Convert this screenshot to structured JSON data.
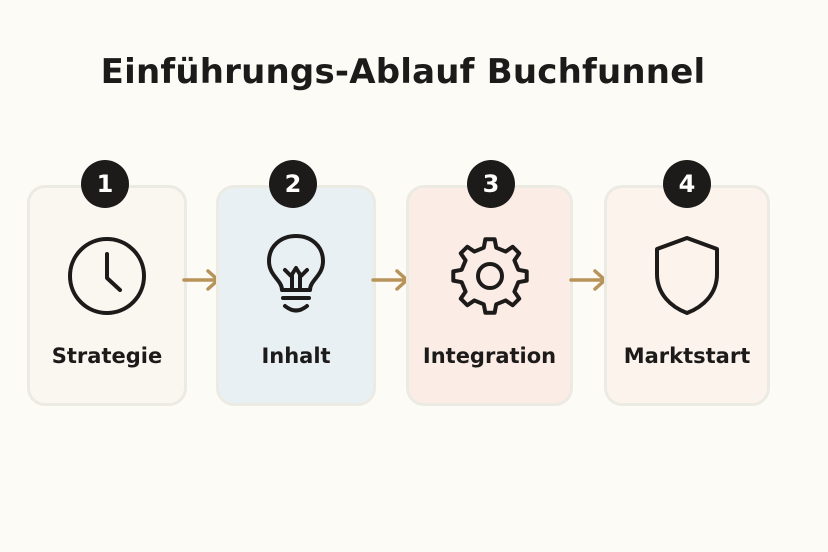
{
  "title": "Einführungs-Ablauf Buchfunnel",
  "steps": [
    {
      "number": "1",
      "label": "Strategie",
      "icon": "clock-icon",
      "bg": "#f9f7f0"
    },
    {
      "number": "2",
      "label": "Inhalt",
      "icon": "lightbulb-icon",
      "bg": "#e8f0f3"
    },
    {
      "number": "3",
      "label": "Integration",
      "icon": "gear-icon",
      "bg": "#fcece6"
    },
    {
      "number": "4",
      "label": "Marktstart",
      "icon": "shield-icon",
      "bg": "#fcf3ec"
    }
  ],
  "colors": {
    "arrow": "#b8935a",
    "badge": "#1d1b1a",
    "border": "#ecebe3",
    "background": "#fcfbf6"
  }
}
